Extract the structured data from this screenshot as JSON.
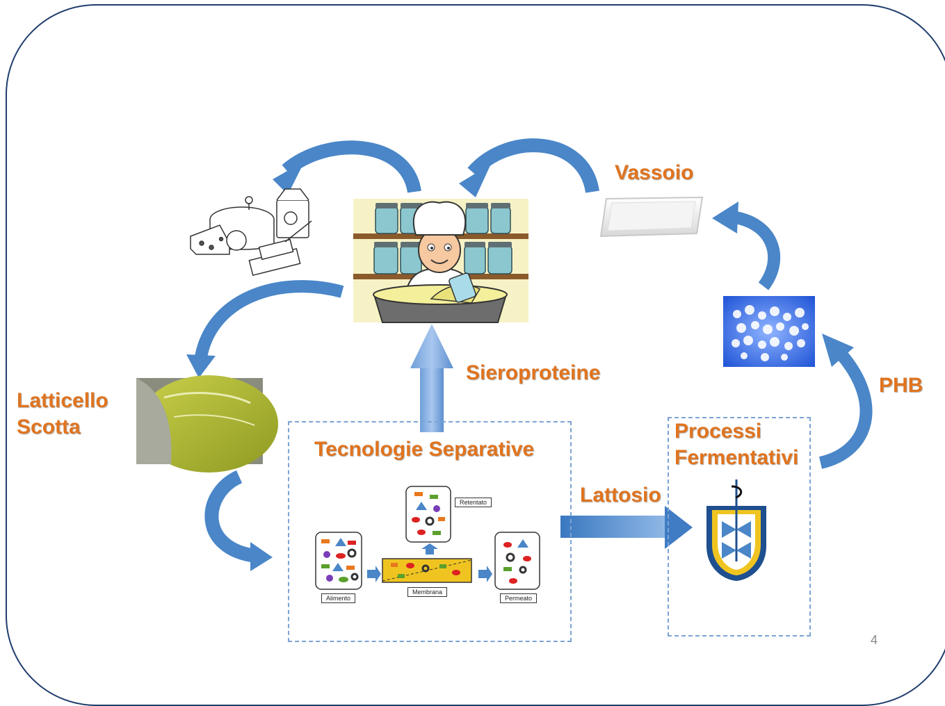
{
  "labels": {
    "vassoio": "Vassoio",
    "sieroproteine": "Sieroproteine",
    "latticello_line1": "Latticello",
    "latticello_line2": "Scotta",
    "tecnologie": "Tecnologie Separative",
    "lattosio": "Lattosio",
    "processi_line1": "Processi",
    "processi_line2": "Fermentativi",
    "phb": "PHB"
  },
  "membrane_diagram": {
    "alimento": "Alimento",
    "membrana": "Membrana",
    "retentato": "Retentato",
    "permeato": "Permeato"
  },
  "page_number": "4",
  "colors": {
    "label_orange": "#e0741f",
    "arrow_blue": "#4a86c8",
    "frame_navy": "#1f3d6d",
    "dash_blue": "#7ba3d6"
  }
}
